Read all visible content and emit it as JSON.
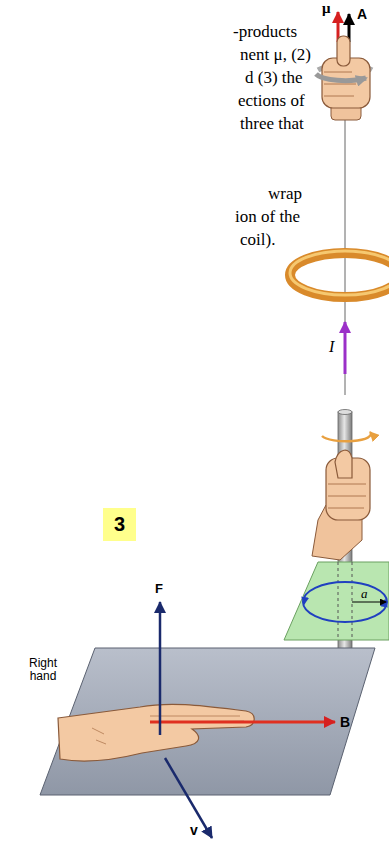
{
  "diagram": {
    "nodes": [
      {
        "text": [
          "3"
        ]
      }
    ],
    "labels": [
      "-products",
      "nent μ, (2)",
      "d (3) the",
      "ections of",
      "three that",
      "wrap",
      "ion of the",
      "coil).",
      "μ",
      "A",
      "I",
      "a",
      "F",
      "Right hand",
      "B",
      "v"
    ]
  }
}
